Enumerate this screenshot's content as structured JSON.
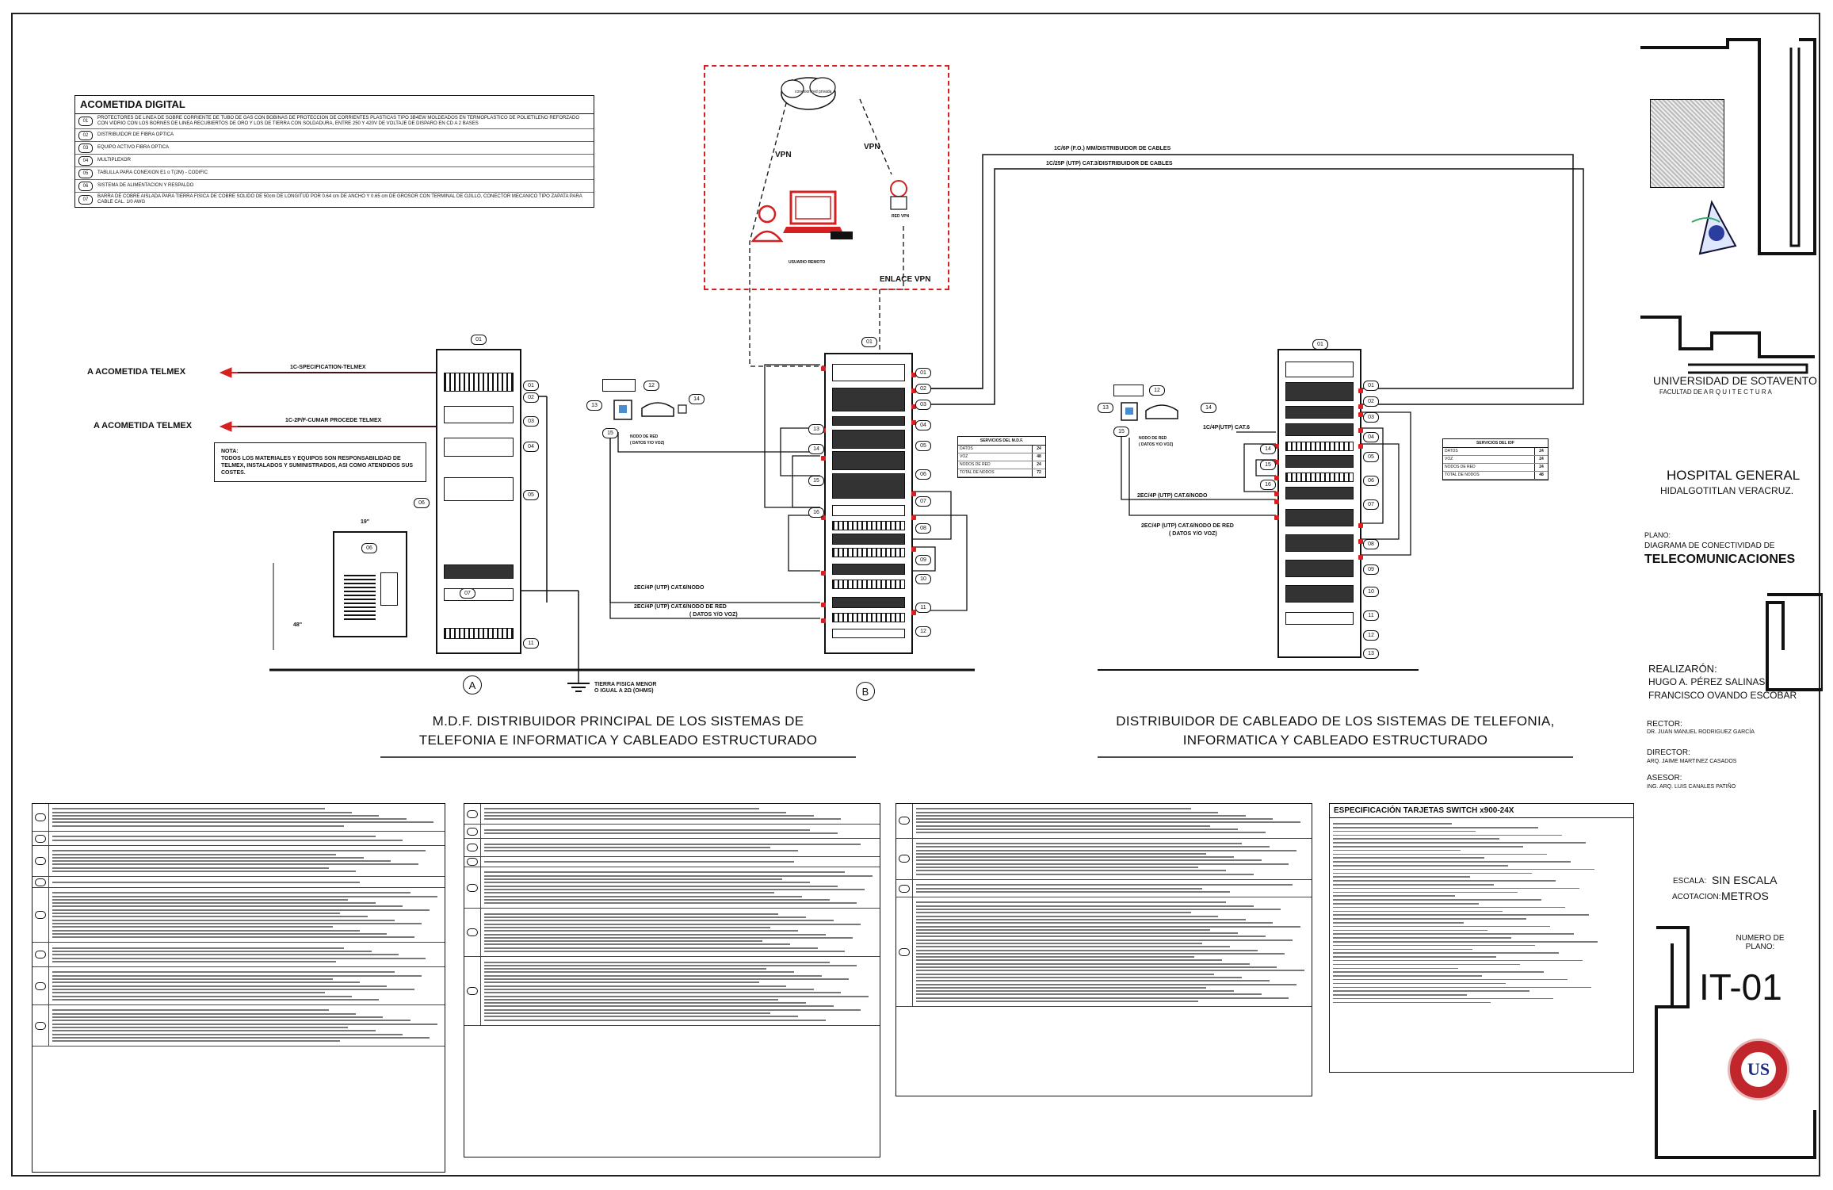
{
  "legend": {
    "title": "ACOMETIDA DIGITAL",
    "items": [
      {
        "num": "01",
        "text": "PROTECTORES DE LINEA DE SOBRE CORRIENTE DE TUBO DE GAS CON BOBINAS DE PROTECCION DE CORRIENTES PLASTICAS TIPO 3B4EW MOLDEADOS EN TERMOPLASTICO DE POLIETILENO REFORZADO CON VIDRIO CON LOS BORNES DE LINEA RECUBIERTOS DE ORO Y LOS DE TIERRA CON SOLDADURA, ENTRE 250 Y 420V DE VOLTAJE DE DISPARO EN CD A 2 BASES"
      },
      {
        "num": "02",
        "text": "DISTRIBUIDOR DE FIBRA OPTICA"
      },
      {
        "num": "03",
        "text": "EQUIPO ACTIVO FIBRA OPTICA"
      },
      {
        "num": "04",
        "text": "MULTIPLEXOR"
      },
      {
        "num": "05",
        "text": "TABLILLA PARA CONEXION E1 o T(2M) - CODIFIC"
      },
      {
        "num": "06",
        "text": "SISTEMA DE ALIMENTACION Y RESPALDO"
      },
      {
        "num": "07",
        "text": "BARRA DE COBRE AISLADA PARA TIERRA FISICA DE COBRE SOLIDO DE 50cm DE LONGITUD POR 0.64 cm DE ANCHO Y 0.65 cm DE GROSOR CON TERMINAL DE OJILLO, CONECTOR MECANICO TIPO ZAPATA PARA CABLE CAL. 1/0 AWG"
      }
    ]
  },
  "telmex": {
    "arrow1": "A ACOMETIDA TELMEX",
    "arrow2": "A ACOMETIDA TELMEX",
    "cable1": "1C-SPECIFICATION-TELMEX",
    "cable2": "1C-2P/F-CUMAR PROCEDE TELMEX",
    "note_title": "NOTA:",
    "note_text": "TODOS LOS MATERIALES Y EQUIPOS SON RESPONSABILIDAD DE TELMEX, INSTALADOS Y SUMINISTRADOS, ASI COMO ATENDIDOS SUS COSTES.",
    "dim_top": "19\"",
    "dim_side": "48\"",
    "ground_text": "TIERRA FISICA MENOR O IGUAL A 2Ω (OHMS)"
  },
  "vpn": {
    "cloud": "conexion red privada",
    "left_link": "VPN",
    "right_link": "VPN",
    "router": "RED VPN",
    "user": "USUARIO REMOTO",
    "title": "ENLACE VPN"
  },
  "fiber": {
    "line1": "1C/6P (F.O.) MM/DISTRIBUIDOR DE CABLES",
    "line2": "1C/25P (UTP) CAT.3/DISTRIBUIDOR DE CABLES"
  },
  "mdf": {
    "ws_title": "NODO DE RED",
    "ws_sub": "( DATOS Y/O VOZ)",
    "cable_a": "2EC/4P (UTP) CAT.6/NODO",
    "cable_b": "2EC/4P (UTP) CAT.6/NODO DE RED",
    "cable_c": "( DATOS Y/O VOZ)",
    "table_title": "SERVICIOS DEL M.D.F.",
    "table_rows": [
      [
        "DATOS",
        "24"
      ],
      [
        "VOZ",
        "48"
      ],
      [
        "NODOS DE RED",
        "24"
      ],
      [
        "TOTAL DE NODOS",
        "72"
      ]
    ]
  },
  "idf": {
    "cable_a": "1C/4P(UTP) CAT.6",
    "cable_b": "2EC/4P (UTP) CAT.6/NODO",
    "cable_c": "2EC/4P (UTP) CAT.6/NODO DE RED",
    "cable_d": "( DATOS Y/O VOZ)",
    "table_title": "SERVICIOS DEL IDF",
    "table_rows": [
      [
        "DATOS",
        "24"
      ],
      [
        "VOZ",
        "24"
      ],
      [
        "NODOS DE RED",
        "24"
      ],
      [
        "TOTAL DE NODOS",
        "48"
      ]
    ]
  },
  "sections": {
    "mdf_title": "M.D.F. DISTRIBUIDOR PRINCIPAL DE LOS SISTEMAS DE\nTELEFONIA E INFORMATICA Y CABLEADO ESTRUCTURADO",
    "idf_title": "DISTRIBUIDOR DE CABLEADO DE LOS SISTEMAS DE TELEFONIA,\nINFORMATICA Y CABLEADO ESTRUCTURADO",
    "letter_a": "A",
    "letter_b": "B"
  },
  "spec_switch": {
    "title": "ESPECIFICACIÓN TARJETAS SWITCH x900-24X"
  },
  "title_block": {
    "university": "UNIVERSIDAD DE SOTAVENTO",
    "faculty": "FACULTAD DE A R Q U I T E C T U R A",
    "project": "HOSPITAL GENERAL",
    "location": "HIDALGOTITLAN VERACRUZ.",
    "plano_label": "PLANO:",
    "plano_line1": "DIAGRAMA DE CONECTIVIDAD DE",
    "plano_line2": "TELECOMUNICACIONES",
    "realizaron_label": "REALIZARÓN:",
    "author1": "HUGO A. PÉREZ SALINAS",
    "author2": "FRANCISCO OVANDO ESCOBAR",
    "rector_label": "RECTOR:",
    "rector": "DR. JUAN MANUEL RODRIGUEZ GARCÍA",
    "director_label": "DIRECTOR:",
    "director": "ARQ. JAIME MARTINEZ CASADOS",
    "asesor_label": "ASESOR:",
    "asesor": "ING. ARQ. LUIS CANALES PATIÑO",
    "escala_label": "ESCALA:",
    "escala": "SIN ESCALA",
    "acotacion_label": "ACOTACION:",
    "acotacion": "METROS",
    "numero_label": "NUMERO DE PLANO:",
    "numero": "IT-01",
    "seal": "US"
  },
  "colors": {
    "accent_red": "#d91f1f",
    "line": "#111111"
  }
}
